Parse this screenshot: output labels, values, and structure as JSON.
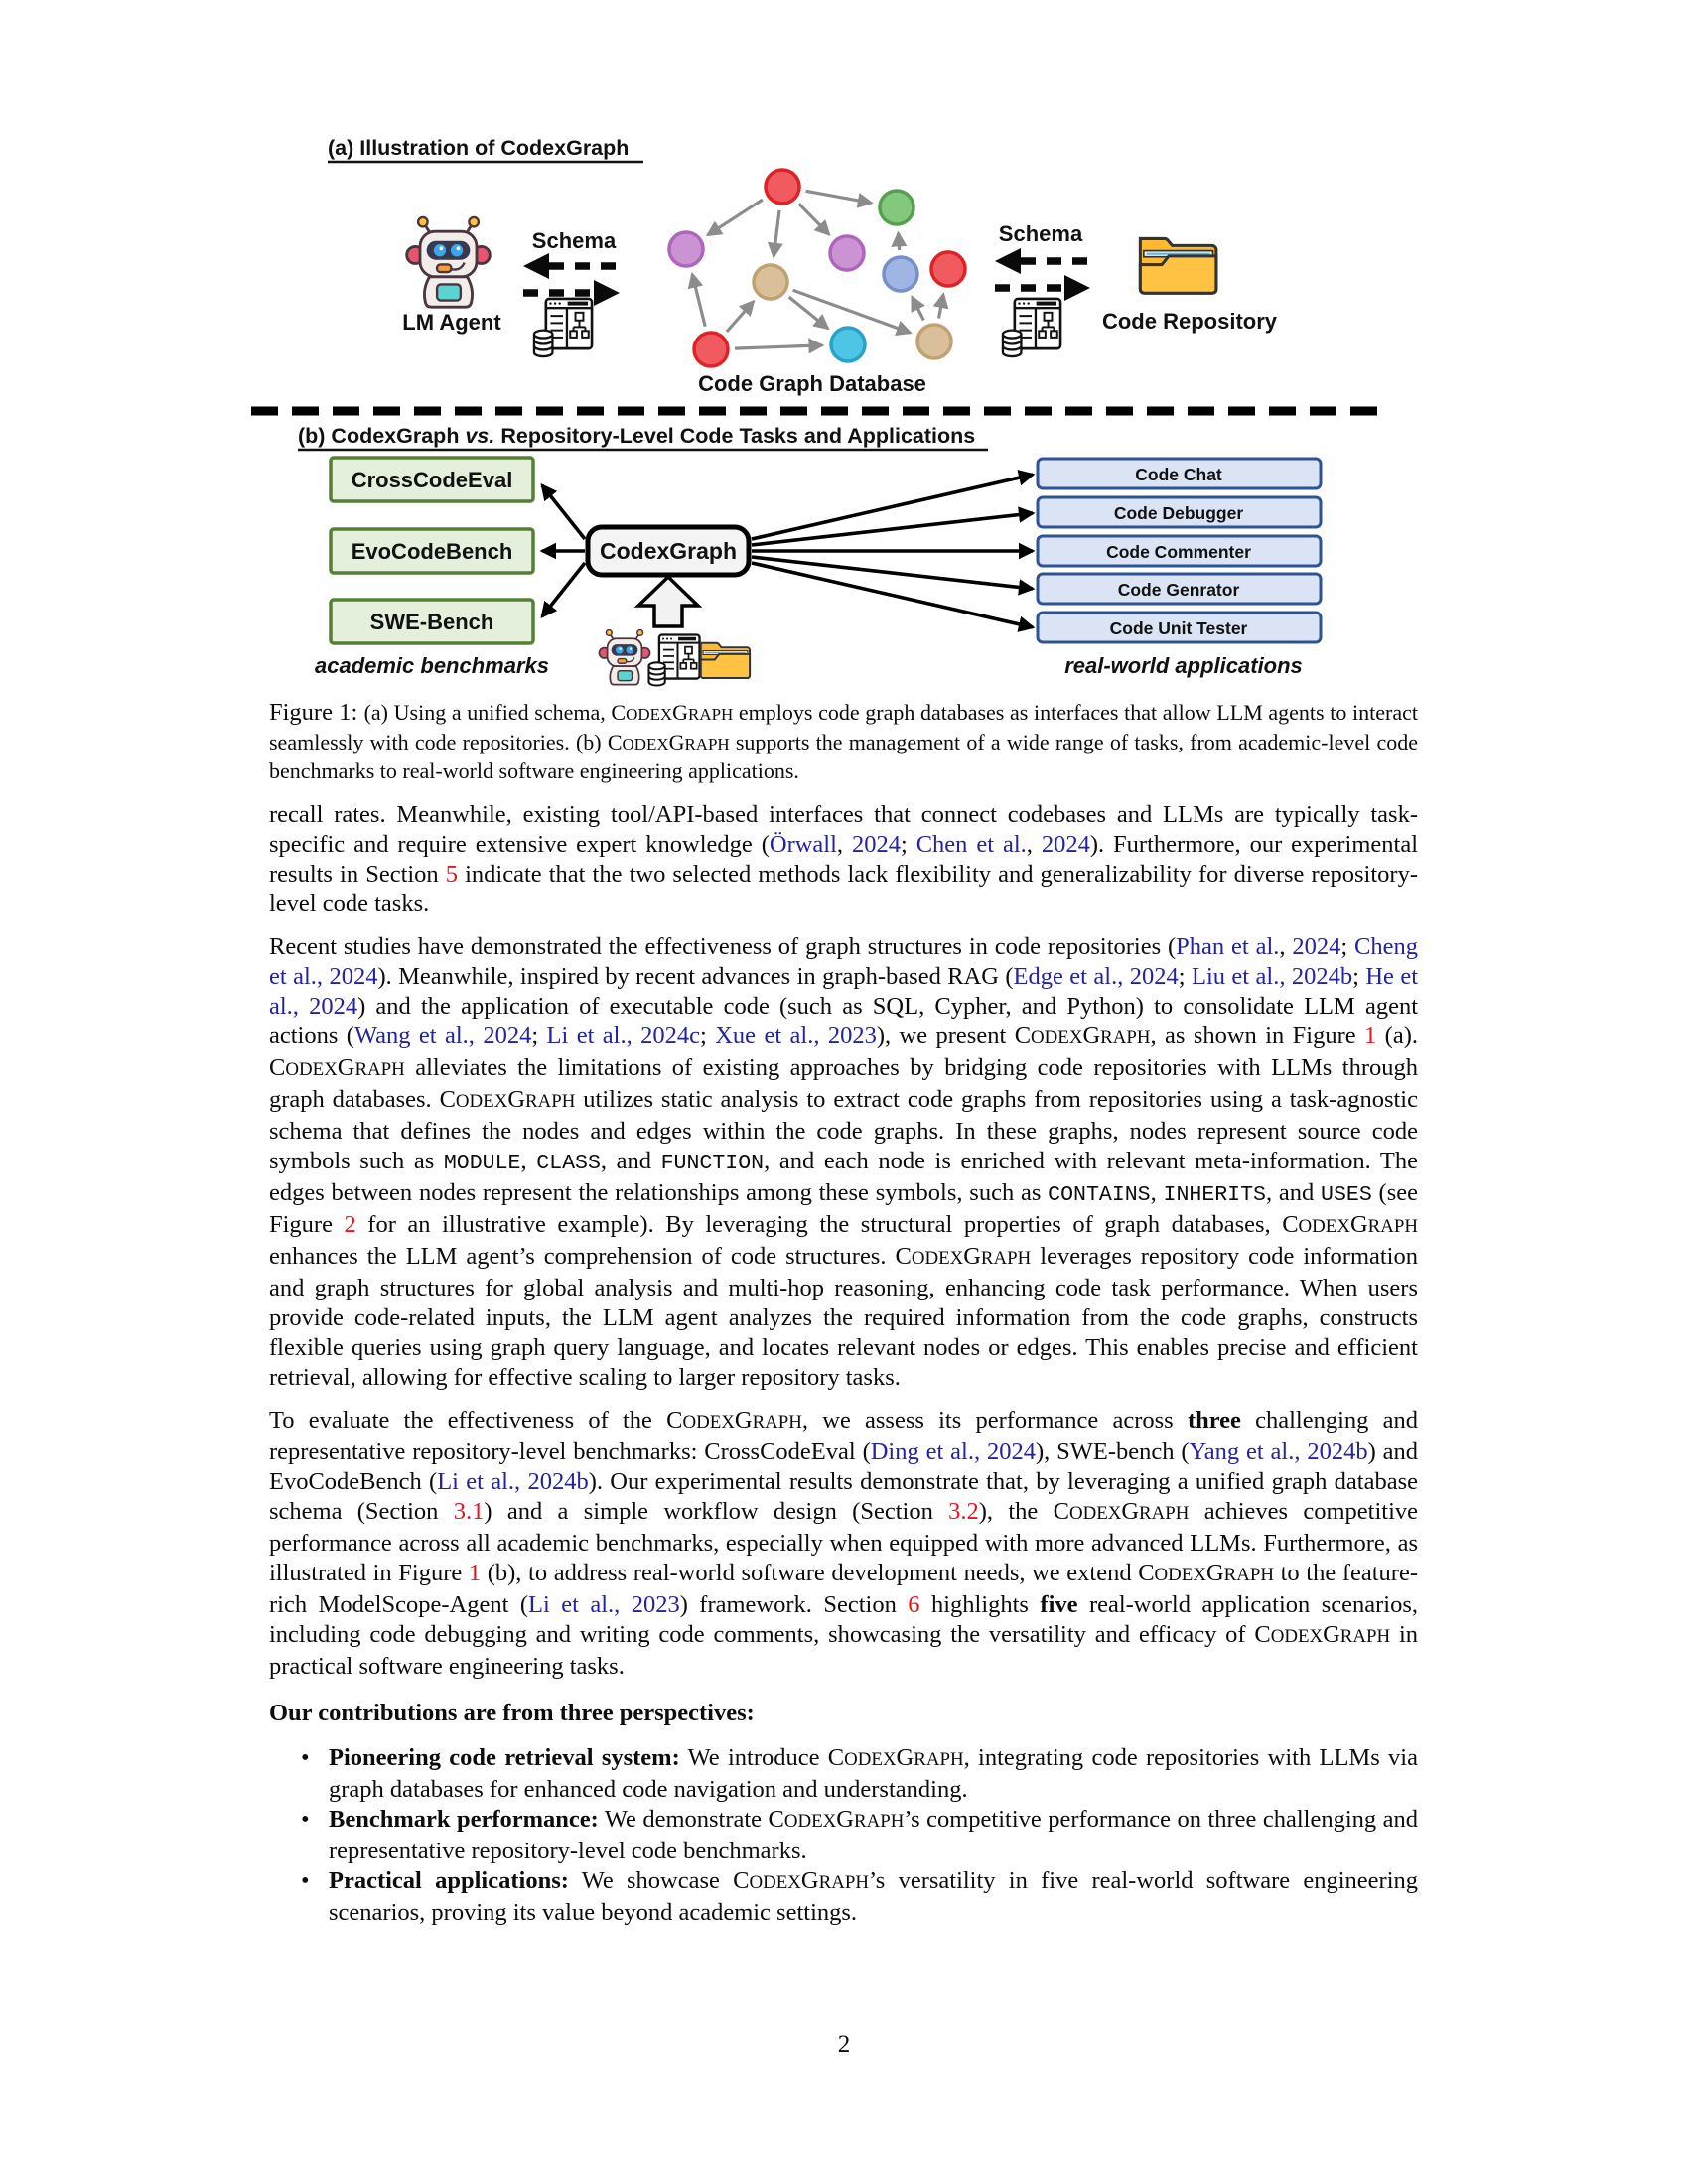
{
  "page": {
    "number": "2"
  },
  "figure": {
    "part_a": {
      "title": "(a) Illustration of CodexGraph",
      "lm_agent": "LM Agent",
      "schema_left": "Schema",
      "schema_right": "Schema",
      "db_label": "Code Graph Database",
      "repo_label": "Code Repository"
    },
    "part_b": {
      "title_main": "(b) CodexGraph",
      "title_vs": "vs.",
      "title_rest": "Repository-Level Code Tasks and Applications",
      "benchmarks": [
        "CrossCodeEval",
        "EvoCodeBench",
        "SWE-Bench"
      ],
      "center": "CodexGraph",
      "applications": [
        "Code Chat",
        "Code Debugger",
        "Code Commenter",
        "Code Genrator",
        "Code Unit Tester"
      ],
      "left_caption": "academic benchmarks",
      "right_caption": "real-world applications"
    },
    "colors": {
      "benchmark_box_fill": "#E4F0DC",
      "benchmark_box_border": "#567F35",
      "benchmarks_caption_text": "#4C7A2E",
      "application_box_fill": "#DBE4F4",
      "application_box_border": "#2E5395",
      "applications_caption_text": "#2E5395",
      "citation_link": "#23239F",
      "section_ref_link": "#E8151B",
      "node_red": "#F15B60",
      "node_green": "#84C87E",
      "node_purple": "#CC93D4",
      "node_tan": "#D9C09A",
      "node_blue": "#9FB6E4",
      "node_cyan": "#4EC5E5",
      "edge_gray": "#8C8C8C",
      "folder_yellow": "#FFC243"
    }
  },
  "caption": {
    "segments": [
      {
        "t": "Figure 1: ",
        "s": "fl"
      },
      {
        "t": "(a) Using a unified schema, "
      },
      {
        "t": "CodexGraph",
        "s": "sc"
      },
      {
        "t": " employs code graph databases as interfaces that allow LLM agents to interact seamlessly with code repositories. (b) "
      },
      {
        "t": "CodexGraph",
        "s": "sc"
      },
      {
        "t": " supports the management of a wide range of tasks, from academic-level code benchmarks to real-world software engineering applications."
      }
    ]
  },
  "paragraphs": [
    {
      "segments": [
        {
          "t": "recall rates.  Meanwhile, existing tool/API-based interfaces that connect codebases and LLMs are typically task-specific and require extensive expert knowledge ("
        },
        {
          "t": "Örwall",
          "s": "c"
        },
        {
          "t": ", "
        },
        {
          "t": "2024",
          "s": "c"
        },
        {
          "t": "; "
        },
        {
          "t": "Chen et al.",
          "s": "c"
        },
        {
          "t": ", "
        },
        {
          "t": "2024",
          "s": "c"
        },
        {
          "t": "). Furthermore, our experimental results in Section "
        },
        {
          "t": "5",
          "s": "r"
        },
        {
          "t": " indicate that the two selected methods lack flexibility and generalizability for diverse repository-level code tasks."
        }
      ]
    },
    {
      "segments": [
        {
          "t": "Recent studies have demonstrated the effectiveness of graph structures in code repositories ("
        },
        {
          "t": "Phan et al.",
          "s": "c"
        },
        {
          "t": ", "
        },
        {
          "t": "2024",
          "s": "c"
        },
        {
          "t": "; "
        },
        {
          "t": "Cheng et al., 2024",
          "s": "c"
        },
        {
          "t": ").  Meanwhile, inspired by recent advances in graph-based RAG ("
        },
        {
          "t": "Edge et al., 2024",
          "s": "c"
        },
        {
          "t": "; "
        },
        {
          "t": "Liu et al., 2024b",
          "s": "c"
        },
        {
          "t": "; "
        },
        {
          "t": "He et al., 2024",
          "s": "c"
        },
        {
          "t": ") and the application of executable code (such as SQL, Cypher, and Python) to consolidate LLM agent actions ("
        },
        {
          "t": "Wang et al., 2024",
          "s": "c"
        },
        {
          "t": "; "
        },
        {
          "t": "Li et al., 2024c",
          "s": "c"
        },
        {
          "t": "; "
        },
        {
          "t": "Xue et al., 2023",
          "s": "c"
        },
        {
          "t": "), we present "
        },
        {
          "t": "CodexGraph",
          "s": "sc"
        },
        {
          "t": ", as shown in Figure "
        },
        {
          "t": "1",
          "s": "r"
        },
        {
          "t": " (a). "
        },
        {
          "t": "CodexGraph",
          "s": "sc"
        },
        {
          "t": " alleviates the limitations of existing approaches by bridging code repositories with LLMs through graph databases. "
        },
        {
          "t": "CodexGraph",
          "s": "sc"
        },
        {
          "t": " utilizes static analysis to extract code graphs from repositories using a task-agnostic schema that defines the nodes and edges within the code graphs.  In these graphs, nodes represent source code symbols such as "
        },
        {
          "t": "MODULE",
          "s": "m"
        },
        {
          "t": ", "
        },
        {
          "t": "CLASS",
          "s": "m"
        },
        {
          "t": ", and "
        },
        {
          "t": "FUNCTION",
          "s": "m"
        },
        {
          "t": ", and each node is enriched with relevant meta-information.  The edges between nodes represent the relationships among these symbols, such as "
        },
        {
          "t": "CONTAINS",
          "s": "m"
        },
        {
          "t": ", "
        },
        {
          "t": "INHERITS",
          "s": "m"
        },
        {
          "t": ", and "
        },
        {
          "t": "USES",
          "s": "m"
        },
        {
          "t": " (see Figure "
        },
        {
          "t": "2",
          "s": "r"
        },
        {
          "t": " for an illustrative example).  By leveraging the structural properties of graph databases, "
        },
        {
          "t": "CodexGraph",
          "s": "sc"
        },
        {
          "t": " enhances the LLM agent’s comprehension of code structures. "
        },
        {
          "t": "CodexGraph",
          "s": "sc"
        },
        {
          "t": " leverages repository code information and graph structures for global analysis and multi-hop reasoning, enhancing code task performance.  When users provide code-related inputs, the LLM agent analyzes the required information from the code graphs, constructs flexible queries using graph query language, and locates relevant nodes or edges. This enables precise and efficient retrieval, allowing for effective scaling to larger repository tasks."
        }
      ]
    },
    {
      "segments": [
        {
          "t": "To evaluate the effectiveness of the "
        },
        {
          "t": "CodexGraph",
          "s": "sc"
        },
        {
          "t": ", we assess its performance across "
        },
        {
          "t": "three",
          "s": "b"
        },
        {
          "t": " challenging and representative repository-level benchmarks: CrossCodeEval ("
        },
        {
          "t": "Ding et al., 2024",
          "s": "c"
        },
        {
          "t": "), SWE-bench ("
        },
        {
          "t": "Yang et al., 2024b",
          "s": "c"
        },
        {
          "t": ") and EvoCodeBench ("
        },
        {
          "t": "Li et al., 2024b",
          "s": "c"
        },
        {
          "t": ").  Our experimental results demonstrate that, by leveraging a unified graph database schema (Section "
        },
        {
          "t": "3.1",
          "s": "r"
        },
        {
          "t": ") and a simple workflow design (Section "
        },
        {
          "t": "3.2",
          "s": "r"
        },
        {
          "t": "), the "
        },
        {
          "t": "CodexGraph",
          "s": "sc"
        },
        {
          "t": " achieves competitive performance across all academic benchmarks, especially when equipped with more advanced LLMs. Furthermore, as illustrated in Figure "
        },
        {
          "t": "1",
          "s": "r"
        },
        {
          "t": " (b), to address real-world software development needs, we extend "
        },
        {
          "t": "CodexGraph",
          "s": "sc"
        },
        {
          "t": " to the feature-rich ModelScope-Agent ("
        },
        {
          "t": "Li et al., 2023",
          "s": "c"
        },
        {
          "t": ") framework. Section "
        },
        {
          "t": "6",
          "s": "r"
        },
        {
          "t": " highlights "
        },
        {
          "t": "five",
          "s": "b"
        },
        {
          "t": " real-world application scenarios, including code debugging and writing code comments, showcasing the versatility and efficacy of "
        },
        {
          "t": "CodexGraph",
          "s": "sc"
        },
        {
          "t": " in practical software engineering tasks."
        }
      ]
    }
  ],
  "contributions": {
    "heading": "Our contributions are from three perspectives:",
    "items": [
      {
        "segments": [
          {
            "t": "Pioneering code retrieval system:",
            "s": "b"
          },
          {
            "t": "  We introduce "
          },
          {
            "t": "CodexGraph",
            "s": "sc"
          },
          {
            "t": ", integrating code repositories with LLMs via graph databases for enhanced code navigation and understanding."
          }
        ]
      },
      {
        "segments": [
          {
            "t": "Benchmark performance:",
            "s": "b"
          },
          {
            "t": " We demonstrate "
          },
          {
            "t": "CodexGraph",
            "s": "sc"
          },
          {
            "t": "’s competitive performance on three challenging and representative repository-level code benchmarks."
          }
        ]
      },
      {
        "segments": [
          {
            "t": "Practical applications:",
            "s": "b"
          },
          {
            "t": "  We showcase "
          },
          {
            "t": "CodexGraph",
            "s": "sc"
          },
          {
            "t": "’s versatility in five real-world software engineering scenarios, proving its value beyond academic settings."
          }
        ]
      }
    ]
  }
}
